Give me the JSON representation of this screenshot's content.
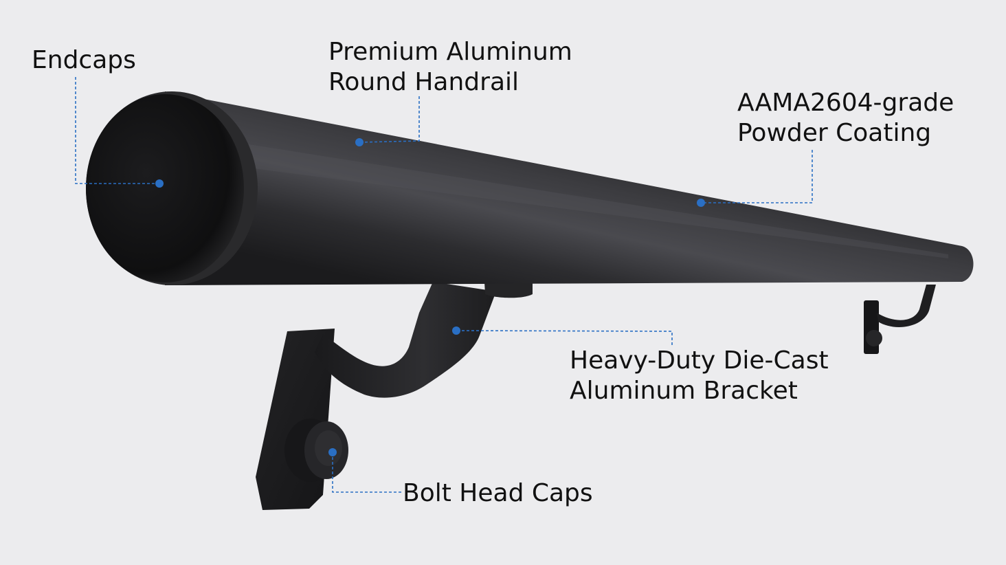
{
  "colors": {
    "background": "#ececee",
    "leader": "#2a6fc4",
    "product": "#2b2b2d",
    "text": "#111111"
  },
  "callouts": {
    "endcaps": {
      "lines": [
        "Endcaps"
      ]
    },
    "handrail": {
      "lines": [
        "Premium Aluminum",
        "Round Handrail"
      ]
    },
    "coating": {
      "lines": [
        "AAMA2604-grade",
        "Powder Coating"
      ]
    },
    "bracket": {
      "lines": [
        "Heavy-Duty Die-Cast",
        "Aluminum Bracket"
      ]
    },
    "bolt_caps": {
      "lines": [
        "Bolt Head Caps"
      ]
    }
  }
}
